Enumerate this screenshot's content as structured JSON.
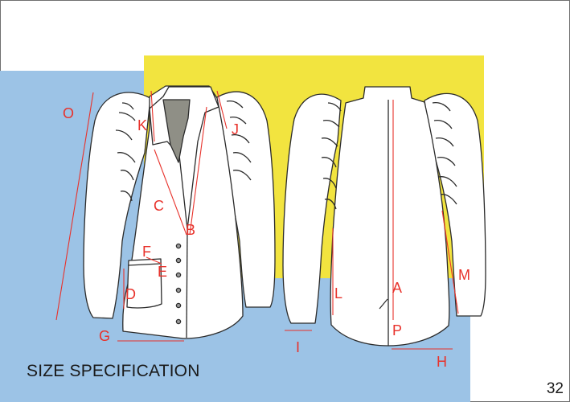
{
  "title": "SIZE SPECIFICATION",
  "page_number": "32",
  "colors": {
    "blue_panel": "#9cc3e6",
    "yellow_panel": "#f2e43f",
    "measure_line": "#e8322b",
    "outline": "#2b2b2b",
    "lapel_shade": "#8f8f86"
  },
  "measurement_labels": {
    "a": "A",
    "b": "B",
    "c": "C",
    "d": "D",
    "e": "E",
    "f": "F",
    "g": "G",
    "h": "H",
    "i": "I",
    "j": "J",
    "k": "K",
    "l": "L",
    "m": "M",
    "o": "O",
    "p": "P"
  },
  "front_buttons_count": 6
}
